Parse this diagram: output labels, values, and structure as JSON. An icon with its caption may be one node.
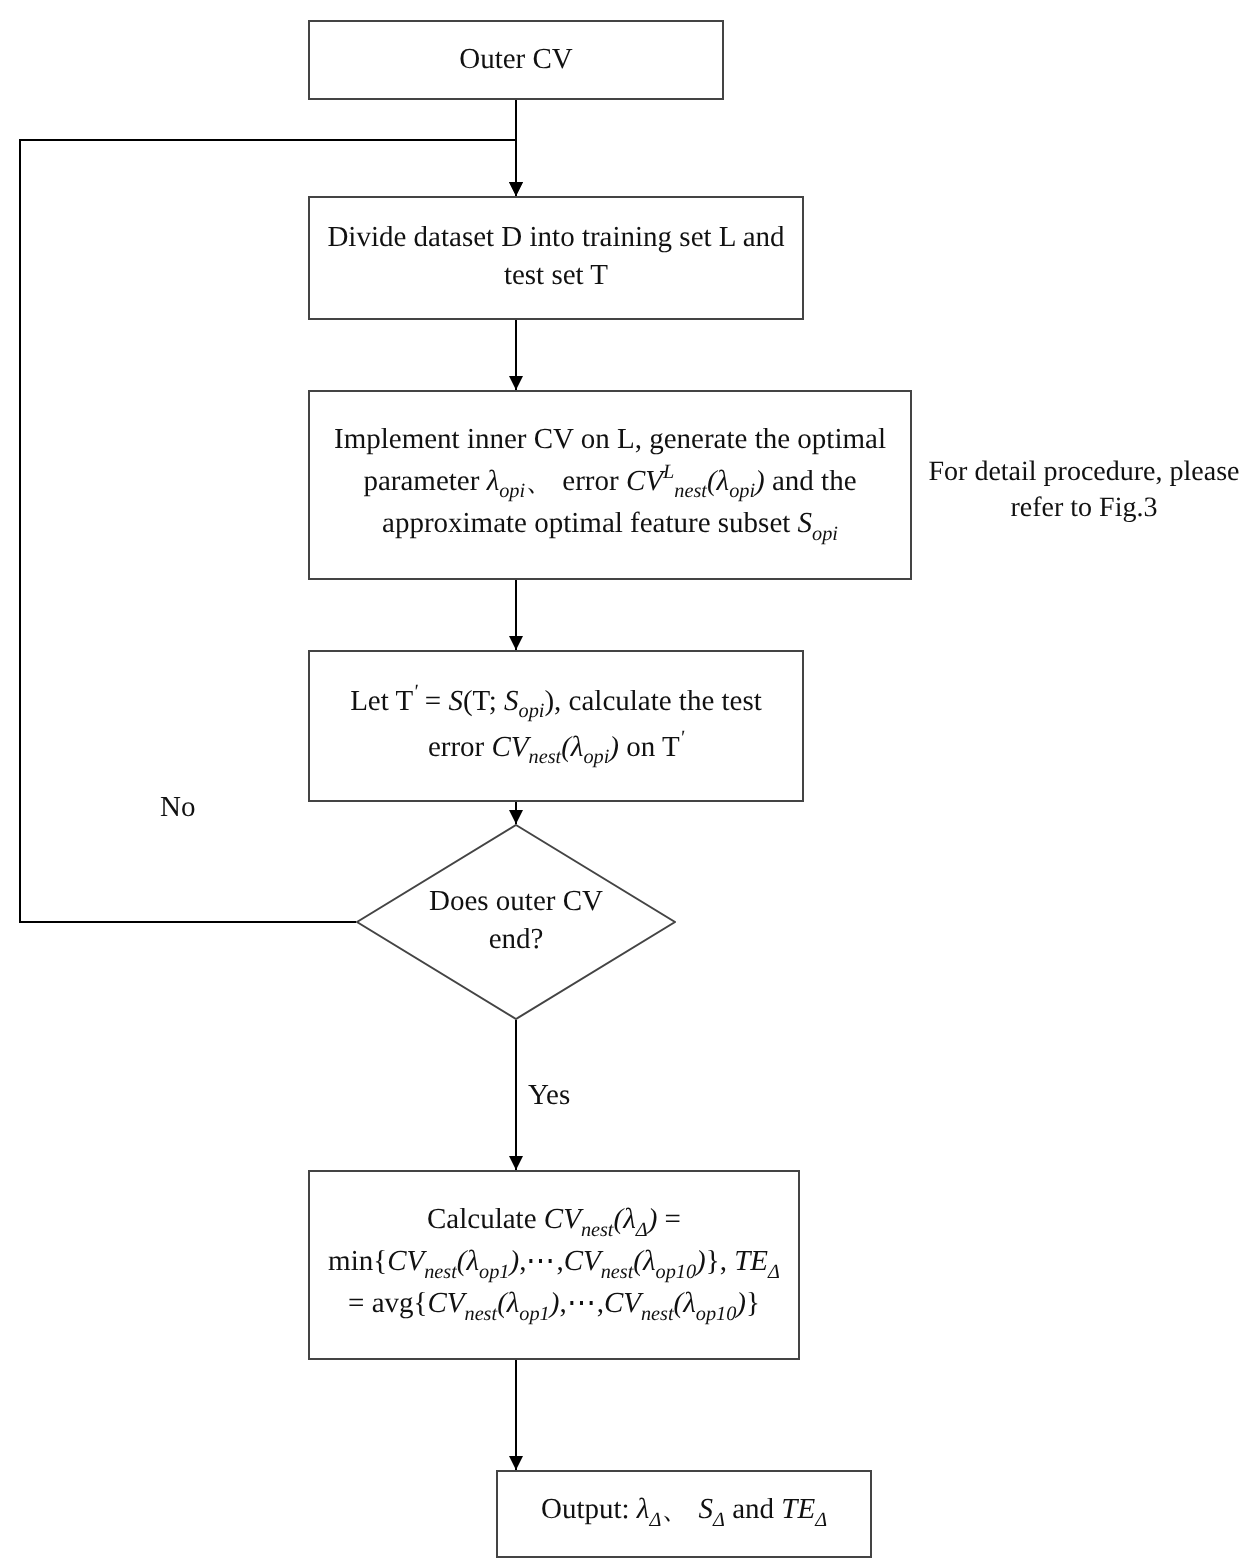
{
  "diagram": {
    "nodes": [
      {
        "text": [
          "Outer CV"
        ]
      },
      {
        "text": [
          "Divide dataset D into training set L and test set T"
        ]
      },
      {
        "text": [
          "Implement inner CV on L, generate the optimal parameter *λ*$_{opi}$、 error *CV*$^{L}$$_{nest}$*(λ*$_{opi}$*)* and the approximate optimal feature subset *S*$_{opi}$"
        ]
      },
      {
        "text": [
          "Let T$^{'}$ = *S*(T; *S*$_{opi}$), calculate the test error *CV*$_{nest}$*(λ*$_{opi}$*)* on T$^{'}$"
        ]
      },
      {
        "text": [
          "Does outer CV end?"
        ]
      },
      {
        "text": [
          "Calculate *CV*$_{nest}$*(λ*$_{Δ}$*)* = min{*CV*$_{nest}$*(λ*$_{op1}$*)*,⋯,*CV*$_{nest}$*(λ*$_{op10}$*)*}, *TE*$_{Δ}$ = avg{*CV*$_{nest}$*(λ*$_{op1}$*)*,⋯,*CV*$_{nest}$*(λ*$_{op10}$*)*}"
        ]
      },
      {
        "text": [
          "Output: *λ*$_{Δ}$、 *S*$_{Δ}$ and *TE*$_{Δ}$"
        ]
      }
    ],
    "edges": [
      {
        "from": 0,
        "to": 1,
        "arrow": "to"
      },
      {
        "from": 1,
        "to": 2,
        "arrow": "to"
      },
      {
        "from": 2,
        "to": 3,
        "arrow": "to"
      },
      {
        "from": 3,
        "to": 4,
        "arrow": "to"
      },
      {
        "from": 4,
        "to": 5,
        "arrow": "to",
        "label": "Yes"
      },
      {
        "from": 4,
        "to": 1,
        "arrow": "to",
        "label": "No"
      },
      {
        "from": 5,
        "to": 6,
        "arrow": "to"
      }
    ],
    "labels": [
      "For detail procedure, please refer to Fig.3"
    ]
  }
}
